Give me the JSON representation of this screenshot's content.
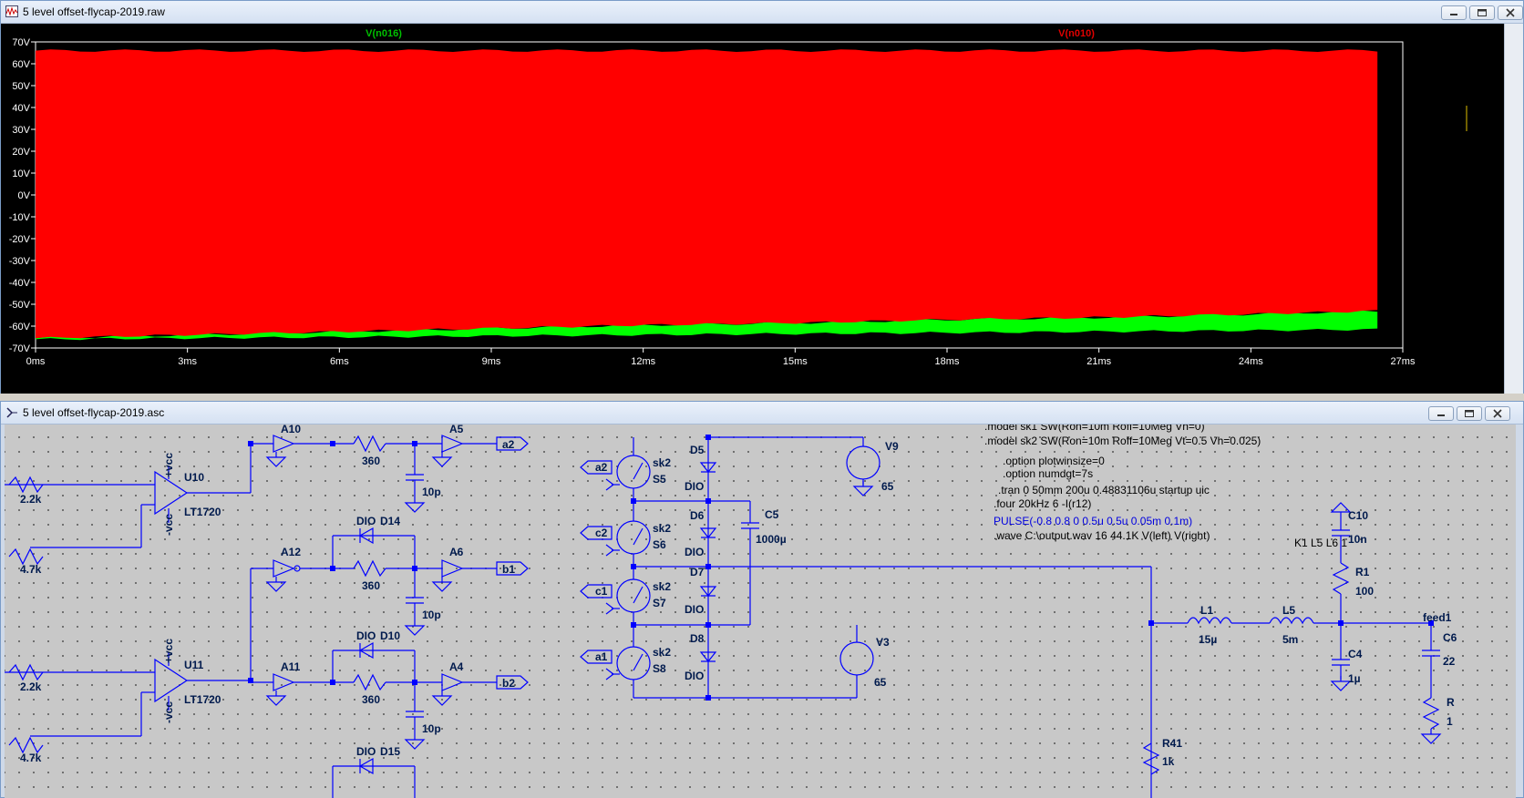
{
  "plot_window": {
    "title": "5 level offset-flycap-2019.raw",
    "traces": [
      {
        "label": "V(n016)",
        "color": "#00c000"
      },
      {
        "label": "V(n010)",
        "color": "#e00000"
      }
    ],
    "y_ticks": [
      "70V",
      "60V",
      "50V",
      "40V",
      "30V",
      "20V",
      "10V",
      "0V",
      "-10V",
      "-20V",
      "-30V",
      "-40V",
      "-50V",
      "-60V",
      "-70V"
    ],
    "x_ticks": [
      "0ms",
      "3ms",
      "6ms",
      "9ms",
      "12ms",
      "15ms",
      "18ms",
      "21ms",
      "24ms",
      "27ms"
    ]
  },
  "chart_data": {
    "type": "area",
    "title": "",
    "xlabel": "",
    "ylabel": "",
    "x_unit": "ms",
    "y_unit": "V",
    "xlim": [
      0,
      27
    ],
    "ylim": [
      -70,
      70
    ],
    "grid": false,
    "legend": "top",
    "series": [
      {
        "name": "V(n016)",
        "color": "#00ff00",
        "x": [
          0,
          3,
          6,
          9,
          12,
          15,
          18,
          21,
          24,
          26.5
        ],
        "min": [
          -66,
          -65.5,
          -65,
          -64.5,
          -64,
          -63.5,
          -63,
          -62.5,
          -62,
          -61.5
        ],
        "max": [
          -65.5,
          -64,
          -62.5,
          -61,
          -59.5,
          -58.5,
          -57,
          -56,
          -54.5,
          -53
        ]
      },
      {
        "name": "V(n010)",
        "color": "#ff0000",
        "x": [
          0,
          3,
          6,
          9,
          12,
          15,
          18,
          21,
          24,
          26.5
        ],
        "min": [
          -65.5,
          -64,
          -62.5,
          -61,
          -59.5,
          -58.5,
          -57,
          -56,
          -54.5,
          -53
        ],
        "max": [
          66,
          66,
          66,
          66,
          66,
          66,
          66,
          66,
          66,
          66
        ]
      }
    ]
  },
  "schematic_window": {
    "title": "5 level offset-flycap-2019.asc",
    "directives": [
      ".model sk1 SW(Ron=10m Roff=10Meg Vh=0)",
      ".model sk2 SW(Ron=10m Roff=10Meg Vt=0.5 Vh=0.025)",
      ".option plotwinsize=0",
      ".option numdgt=7s",
      ".tran 0 50mm 200u 0.48831106u startup uic",
      ".four 20kHz 6 -I(r12)",
      "PULSE(-0.8 0.8 0 0.5u 0.5u 0.05m 0.1m)",
      ".wave C:\\output.wav 16 44.1K V(left) V(right)",
      "K1 L5 L6 1"
    ],
    "labels": {
      "u10": "U10",
      "u11": "U11",
      "lt1720a": "LT1720",
      "lt1720b": "LT1720",
      "vcc_pos": "+vcc",
      "vcc_neg": "-vcc",
      "r_2k2": "2.2k",
      "r_4k7": "4.7k",
      "a10": "A10",
      "a5": "A5",
      "a12": "A12",
      "a6": "A6",
      "a11": "A11",
      "a4": "A4",
      "r360": "360",
      "c10p": "10p",
      "dio": "DIO",
      "d14": "D14",
      "d10": "D10",
      "d15": "D15",
      "net_a2": "a2",
      "net_b1": "b1",
      "net_b2": "b2",
      "net_c2": "c2",
      "net_c1": "c1",
      "net_a1": "a1",
      "sk2": "sk2",
      "s5": "S5",
      "s6": "S6",
      "s7": "S7",
      "s8": "S8",
      "d5": "D5",
      "d6": "D6",
      "d7": "D7",
      "d8": "D8",
      "c5": "C5",
      "c5_val": "1000µ",
      "v9": "V9",
      "v3": "V3",
      "v65": "65",
      "l1": "L1",
      "l1_val": "15µ",
      "l5": "L5",
      "l5_val": "5m",
      "c10": "C10",
      "c10_val": "10n",
      "r1": "R1",
      "r1_val": "100",
      "c4": "C4",
      "c4_val": "1µ",
      "feed": "feed1",
      "c6": "C6",
      "c6_val": "22",
      "r41": "R41",
      "r41_val": "1k",
      "rx": "R",
      "rx_val": "1"
    }
  }
}
